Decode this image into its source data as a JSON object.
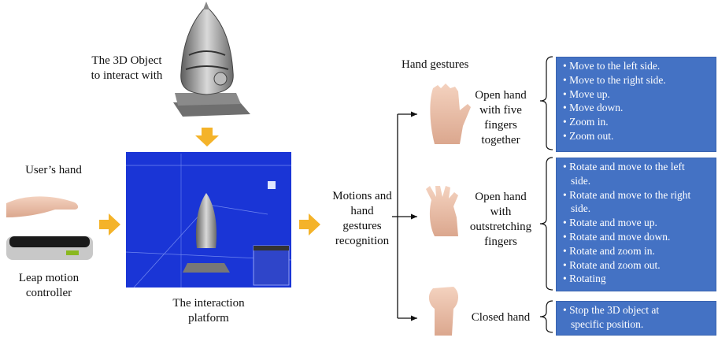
{
  "labels": {
    "object": "The 3D Object\nto interact with",
    "user_hand": "User’s hand",
    "controller": "Leap motion\ncontroller",
    "platform": "The interaction\nplatform",
    "recognition": "Motions and\nhand\ngestures\nrecognition",
    "gestures_title": "Hand gestures"
  },
  "gestures": [
    {
      "name": "Open hand\nwith five\nfingers\ntogether",
      "actions": [
        "Move to the left side.",
        "Move to the right side.",
        "Move up.",
        "Move down.",
        "Zoom in.",
        "Zoom out."
      ]
    },
    {
      "name": "Open hand\nwith\noutstretching\nfingers",
      "actions": [
        "Rotate and move to the left\nside.",
        "Rotate and move to the right\nside.",
        "Rotate and move up.",
        "Rotate and move down.",
        "Rotate and zoom in.",
        "Rotate and zoom out.",
        "Rotating"
      ]
    },
    {
      "name": "Closed hand",
      "actions": [
        "Stop the 3D object at\nspecific position."
      ]
    }
  ],
  "colors": {
    "arrow": "#f4b32a",
    "box": "#4472c4",
    "platform": "#1a35d6"
  }
}
